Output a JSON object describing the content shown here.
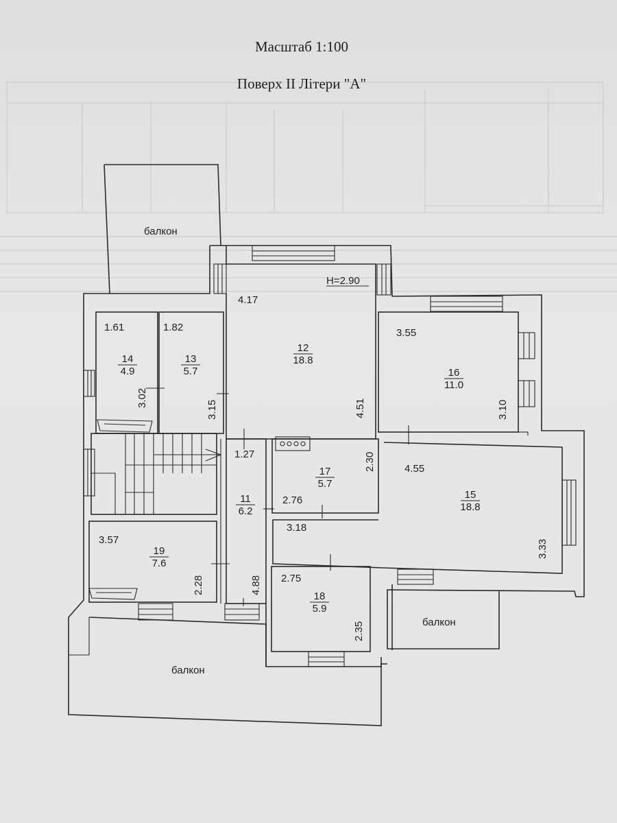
{
  "header": {
    "scale": "Масштаб 1:100",
    "floor": "Поверх ІІ Літери \"А\""
  },
  "ceiling_height": "H=2.90",
  "balcony_label": "балкон",
  "rooms": [
    {
      "id": "12",
      "area": "18.8"
    },
    {
      "id": "13",
      "area": "5.7"
    },
    {
      "id": "14",
      "area": "4.9"
    },
    {
      "id": "16",
      "area": "11.0"
    },
    {
      "id": "17",
      "area": "5.7"
    },
    {
      "id": "11",
      "area": "6.2"
    },
    {
      "id": "15",
      "area": "18.8"
    },
    {
      "id": "19",
      "area": "7.6"
    },
    {
      "id": "18",
      "area": "5.9"
    }
  ],
  "dimensions": [
    "4.17",
    "1.61",
    "1.82",
    "3.02",
    "3.15",
    "4.51",
    "3.55",
    "3.10",
    "1.27",
    "2.30",
    "4.55",
    "2.76",
    "3.18",
    "3.57",
    "2.28",
    "4.88",
    "2.75",
    "2.35",
    "3.33"
  ]
}
